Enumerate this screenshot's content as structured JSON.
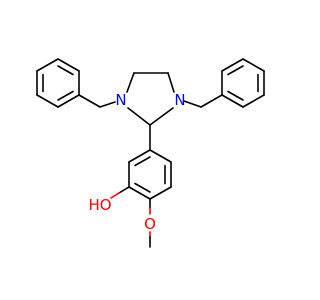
{
  "atoms": {
    "n1": {
      "label": "N",
      "color": "#0000ff"
    },
    "n3": {
      "label": "N",
      "color": "#0000ff"
    },
    "oh": {
      "label": "HO",
      "color": "#ff0000"
    },
    "ome": {
      "label": "O",
      "color": "#ff0000"
    }
  },
  "colors": {
    "background": "#ffffff",
    "bond": "#000000",
    "nitrogen": "#0000ff",
    "oxygen": "#ff0000"
  }
}
